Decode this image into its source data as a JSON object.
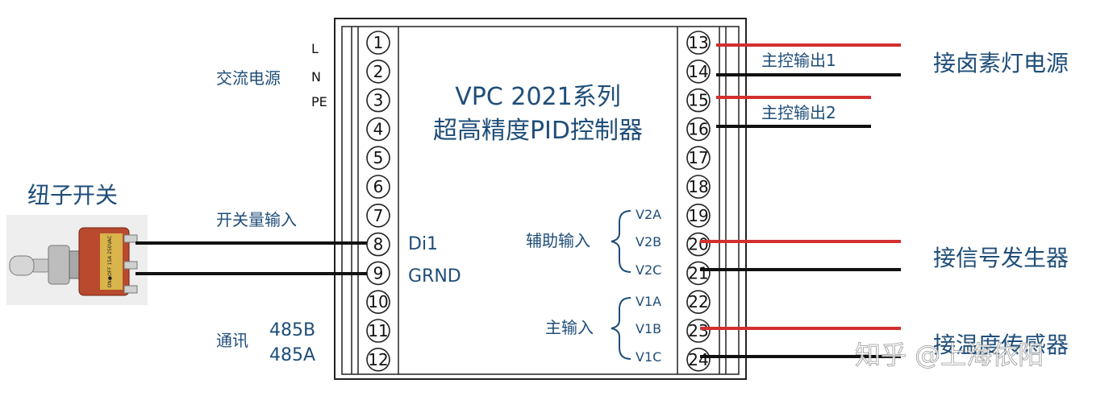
{
  "colors": {
    "red_wire": "#d32f2f",
    "black_wire": "#111111",
    "label_blue": "#1f4e79"
  },
  "controller": {
    "title_line1": "VPC 2021系列",
    "title_line2": "超高精度PID控制器"
  },
  "left_terminals": [
    "1",
    "2",
    "3",
    "4",
    "5",
    "6",
    "7",
    "8",
    "9",
    "10",
    "11",
    "12"
  ],
  "right_terminals": [
    "13",
    "14",
    "15",
    "16",
    "17",
    "18",
    "19",
    "20",
    "21",
    "22",
    "23",
    "24"
  ],
  "left_labels": {
    "power": "交流电源",
    "L": "L",
    "N": "N",
    "PE": "PE",
    "switch_input": "开关量输入",
    "di1": "Di1",
    "grnd": "GRND",
    "comm": "通讯",
    "b485": "485B",
    "a485": "485A"
  },
  "toggle_switch": {
    "title": "纽子开关",
    "body_text": "ON●OFF 15A 250VAC"
  },
  "right_labels": {
    "main_out1": "主控输出1",
    "main_out2": "主控输出2",
    "aux_input": "辅助输入",
    "v2a": "V2A",
    "v2b": "V2B",
    "v2c": "V2C",
    "main_input": "主输入",
    "v1a": "V1A",
    "v1b": "V1B",
    "v1c": "V1C",
    "halogen": "接卤素灯电源",
    "signal_gen": "接信号发生器",
    "temp_sensor": "接温度传感器"
  },
  "watermark": "知乎 @上海依阳"
}
